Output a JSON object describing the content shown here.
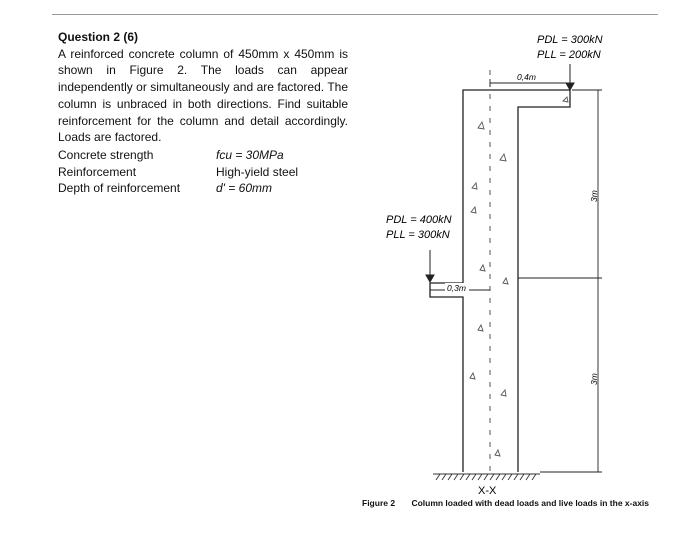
{
  "question": {
    "title": "Question 2 (6)",
    "body": "A reinforced concrete column of 450mm x 450mm is shown in Figure 2. The loads can appear independently or simultaneously and are factored. The column is unbraced in both directions. Find suitable reinforcement for the column and detail accordingly. Loads are factored.",
    "properties": [
      {
        "label": "Concrete strength",
        "value": "fcu = 30MPa"
      },
      {
        "label": "Reinforcement",
        "value": "High-yield steel"
      },
      {
        "label": "Depth of reinforcement",
        "value": "d' = 60mm"
      }
    ]
  },
  "figure": {
    "top_load_dead": "PDL = 300kN",
    "top_load_live": "PLL = 200kN",
    "mid_load_dead": "PDL = 400kN",
    "mid_load_live": "PLL = 300kN",
    "top_eccentricity": "0,4m",
    "mid_eccentricity": "0,3m",
    "height_upper": "3m",
    "height_lower": "3m",
    "section_label": "X-X",
    "caption_number": "Figure 2",
    "caption_text": "Column loaded with dead loads and live loads in the x-axis"
  }
}
